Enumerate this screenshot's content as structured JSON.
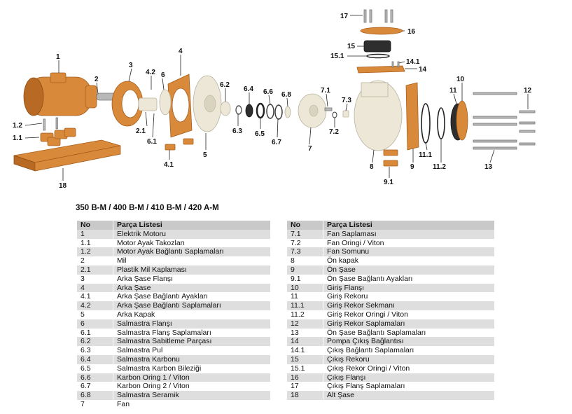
{
  "model_title": "350 B-M / 400 B-M / 410 B-M / 420 A-M",
  "table_headers": {
    "no": "No",
    "part": "Parça Listesi"
  },
  "parts_left": [
    {
      "no": "1",
      "name": "Elektrik Motoru"
    },
    {
      "no": "1.1",
      "name": "Motor Ayak Takozları"
    },
    {
      "no": "1.2",
      "name": "Motor Ayak Bağlantı Saplamaları"
    },
    {
      "no": "2",
      "name": "Mil"
    },
    {
      "no": "2.1",
      "name": "Plastik Mil Kaplaması"
    },
    {
      "no": "3",
      "name": "Arka Şase Flanşı"
    },
    {
      "no": "4",
      "name": "Arka Şase"
    },
    {
      "no": "4.1",
      "name": "Arka Şase Bağlantı Ayakları"
    },
    {
      "no": "4.2",
      "name": "Arka Şase Bağlantı Saplamaları"
    },
    {
      "no": "5",
      "name": "Arka Kapak"
    },
    {
      "no": "6",
      "name": "Salmastra Flanşı"
    },
    {
      "no": "6.1",
      "name": "Salmastra Flanş Saplamaları"
    },
    {
      "no": "6.2",
      "name": "Salmastra Sabitleme Parçası"
    },
    {
      "no": "6.3",
      "name": "Salmastra Pul"
    },
    {
      "no": "6.4",
      "name": "Salmastra Karbonu"
    },
    {
      "no": "6.5",
      "name": "Salmastra Karbon Bileziği"
    },
    {
      "no": "6.6",
      "name": "Karbon Oring 1 / Viton"
    },
    {
      "no": "6.7",
      "name": "Karbon Oring 2 / Viton"
    },
    {
      "no": "6.8",
      "name": "Salmastra Seramik"
    },
    {
      "no": "7",
      "name": "Fan"
    }
  ],
  "parts_right": [
    {
      "no": "7.1",
      "name": "Fan Saplaması"
    },
    {
      "no": "7.2",
      "name": "Fan Oringi / Viton"
    },
    {
      "no": "7.3",
      "name": "Fan Somunu"
    },
    {
      "no": "8",
      "name": "Ön kapak"
    },
    {
      "no": "9",
      "name": "Ön Şase"
    },
    {
      "no": "9.1",
      "name": "Ön Şase Bağlantı Ayakları"
    },
    {
      "no": "10",
      "name": "Giriş Flanşı"
    },
    {
      "no": "11",
      "name": "Giriş Rekoru"
    },
    {
      "no": "11.1",
      "name": "Giriş Rekor Sekmanı"
    },
    {
      "no": "11.2",
      "name": "Giriş Rekor Oringi / Viton"
    },
    {
      "no": "12",
      "name": "Giriş Rekor Saplamaları"
    },
    {
      "no": "13",
      "name": "Ön Şase Bağlantı Saplamaları"
    },
    {
      "no": "14",
      "name": "Pompa Çıkış Bağlantısı"
    },
    {
      "no": "14.1",
      "name": "Çıkış Bağlantı Saplamaları"
    },
    {
      "no": "15",
      "name": "Çıkış Rekoru"
    },
    {
      "no": "15.1",
      "name": "Çıkış Rekor Oringi / Viton"
    },
    {
      "no": "16",
      "name": "Çıkış Flanşı"
    },
    {
      "no": "17",
      "name": "Çıkış Flanş Saplamaları"
    },
    {
      "no": "18",
      "name": "Alt Şase"
    }
  ],
  "callouts": {
    "c1": "1",
    "c1_1": "1.1",
    "c1_2": "1.2",
    "c2": "2",
    "c2_1": "2.1",
    "c3": "3",
    "c4": "4",
    "c4_1": "4.1",
    "c4_2": "4.2",
    "c5": "5",
    "c6": "6",
    "c6_1": "6.1",
    "c6_2": "6.2",
    "c6_3": "6.3",
    "c6_4": "6.4",
    "c6_5": "6.5",
    "c6_6": "6.6",
    "c6_7": "6.7",
    "c6_8": "6.8",
    "c7": "7",
    "c7_1": "7.1",
    "c7_2": "7.2",
    "c7_3": "7.3",
    "c8": "8",
    "c9": "9",
    "c9_1": "9.1",
    "c10": "10",
    "c11": "11",
    "c11_1": "11.1",
    "c11_2": "11.2",
    "c12": "12",
    "c13": "13",
    "c14": "14",
    "c14_1": "14.1",
    "c15": "15",
    "c15_1": "15.1",
    "c16": "16",
    "c17": "17",
    "c18": "18"
  }
}
